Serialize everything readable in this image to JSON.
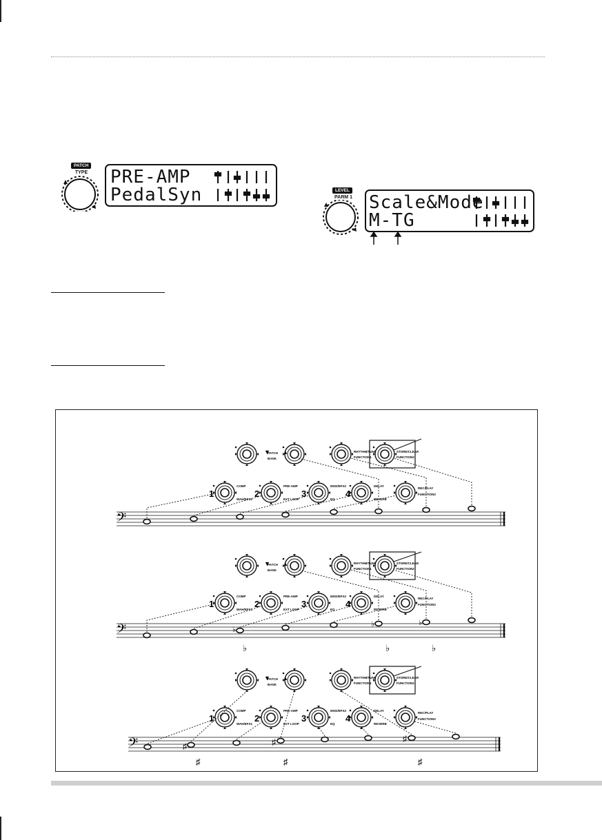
{
  "displays": {
    "left": {
      "knob_cap": "PATCH",
      "knob_label": "TYPE",
      "row1": "PRE-AMP",
      "row2": "PedalSyn"
    },
    "right": {
      "knob_cap": "LEVEL",
      "knob_label": "PARM 1",
      "row1": "Scale&Mode",
      "row2": "M-TG"
    }
  },
  "footswitch_labels": {
    "bank_down": "PATCH",
    "bank_up": "BANK",
    "rhythm_tuner": "RHYTHM/TUNER",
    "function1": "FUNCTION1",
    "store_clear": "STORE/CLEAR",
    "function2": "FUNCTION2",
    "comp": "COMP",
    "wah_efx1": "WAH/EFX1",
    "preamp": "PRE-AMP",
    "ext_loop": "EXT LOOP",
    "mod_efx2": "MOD/EFX2",
    "eq": "EQ",
    "delay": "DELAY",
    "reverb": "REVERB",
    "rec_play": "REC/PLAY",
    "function3": "FUNCTION3",
    "num1": "1",
    "num2": "2",
    "num3": "3",
    "num4": "4",
    "flat": "♭",
    "sharp": "♯",
    "bass_clef": "𝄢",
    "arrow_down": "▼",
    "arrow_up": "▲"
  }
}
